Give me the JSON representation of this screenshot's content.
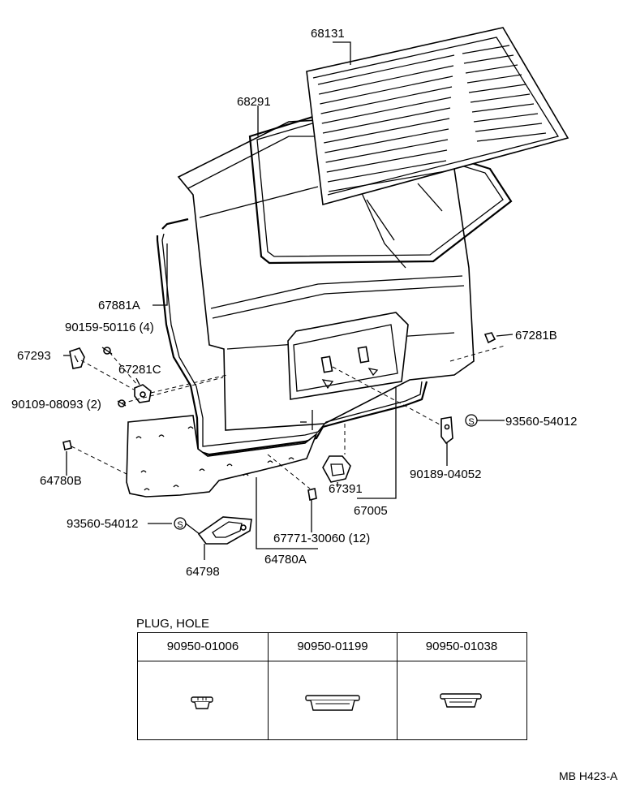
{
  "labels": {
    "l68131": "68131",
    "l68291": "68291",
    "l67881a": "67881A",
    "l90159": "90159-50116 (4)",
    "l67293": "67293",
    "l67281c": "67281C",
    "l90109": "90109-08093 (2)",
    "l64780b": "64780B",
    "l93560_left": "93560-54012",
    "l64798": "64798",
    "l64780a": "64780A",
    "l67771": "67771-30060 (12)",
    "l67391": "67391",
    "l67005": "67005",
    "l90189": "90189-04052",
    "l93560_right": "93560-54012",
    "l67281b": "67281B",
    "s_left": "S",
    "s_right": "S"
  },
  "plug_hole": {
    "title": "PLUG, HOLE",
    "columns": [
      {
        "part": "90950-01006",
        "icon": "small-plug-icon"
      },
      {
        "part": "90950-01199",
        "icon": "large-plug-icon"
      },
      {
        "part": "90950-01038",
        "icon": "medium-plug-icon"
      }
    ]
  },
  "ref_code": "MB H423-A"
}
